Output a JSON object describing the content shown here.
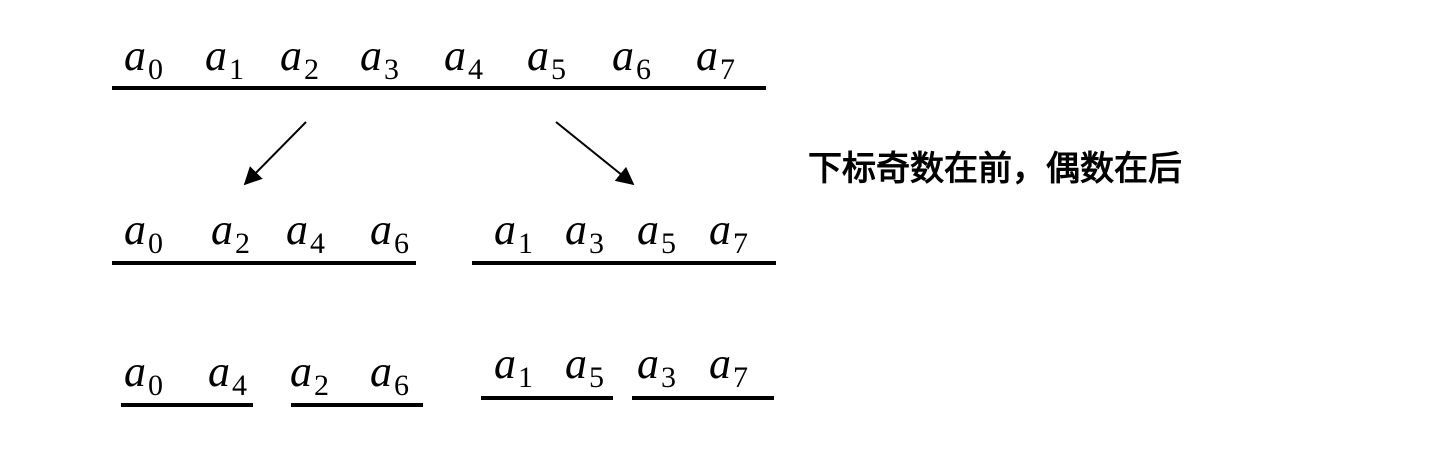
{
  "note": "下标奇数在前，偶数在后",
  "rows": [
    {
      "terms": [
        {
          "base": "a",
          "sub": "0"
        },
        {
          "base": "a",
          "sub": "1"
        },
        {
          "base": "a",
          "sub": "2"
        },
        {
          "base": "a",
          "sub": "3"
        },
        {
          "base": "a",
          "sub": "4"
        },
        {
          "base": "a",
          "sub": "5"
        },
        {
          "base": "a",
          "sub": "6"
        },
        {
          "base": "a",
          "sub": "7"
        }
      ]
    },
    {
      "terms": [
        {
          "base": "a",
          "sub": "0"
        },
        {
          "base": "a",
          "sub": "2"
        },
        {
          "base": "a",
          "sub": "4"
        },
        {
          "base": "a",
          "sub": "6"
        },
        {
          "base": "a",
          "sub": "1"
        },
        {
          "base": "a",
          "sub": "3"
        },
        {
          "base": "a",
          "sub": "5"
        },
        {
          "base": "a",
          "sub": "7"
        }
      ]
    },
    {
      "terms": [
        {
          "base": "a",
          "sub": "0"
        },
        {
          "base": "a",
          "sub": "4"
        },
        {
          "base": "a",
          "sub": "2"
        },
        {
          "base": "a",
          "sub": "6"
        },
        {
          "base": "a",
          "sub": "1"
        },
        {
          "base": "a",
          "sub": "5"
        },
        {
          "base": "a",
          "sub": "3"
        },
        {
          "base": "a",
          "sub": "7"
        }
      ]
    }
  ],
  "colors": {
    "ink": "#000000",
    "background": "#ffffff"
  }
}
